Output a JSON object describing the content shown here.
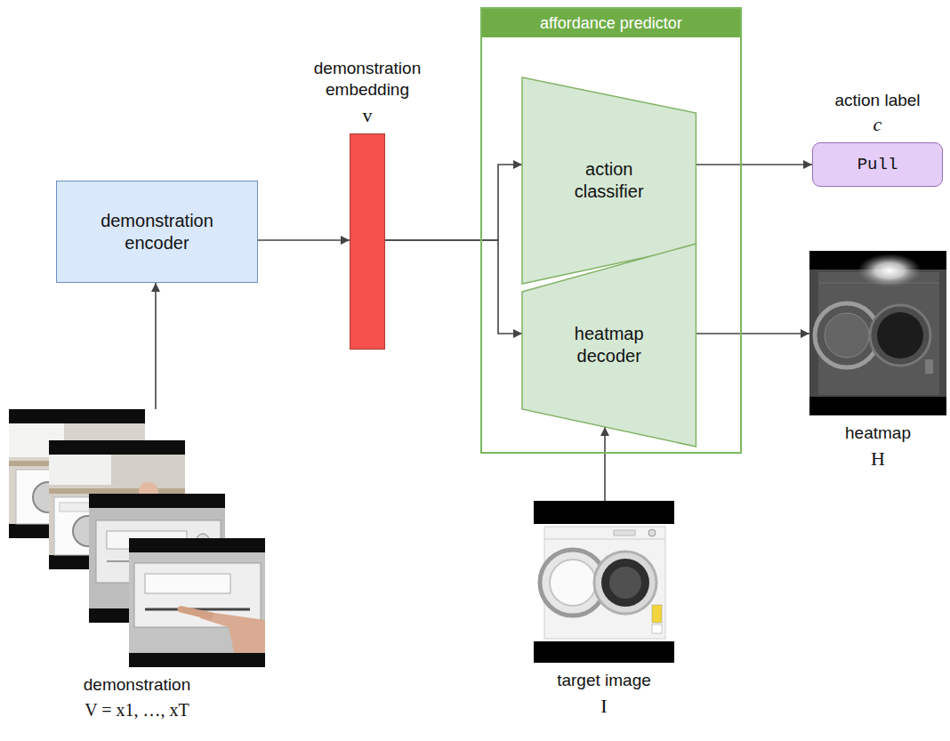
{
  "diagram": {
    "nodes": [
      {
        "text": [
          "demonstration encoder"
        ]
      },
      {
        "text": [
          "demonstration embedding",
          "v"
        ]
      },
      {
        "text": [
          "affordance predictor"
        ]
      },
      {
        "text": [
          "action classifier"
        ],
        "in": 2
      },
      {
        "text": [
          "heatmap decoder"
        ],
        "in": 2
      },
      {
        "text": [
          "action label",
          "c",
          "Pull"
        ]
      },
      {
        "text": [
          "heatmap",
          "H"
        ]
      },
      {
        "text": [
          "demonstration",
          "V = x1, …, xT"
        ]
      },
      {
        "text": [
          "target image",
          "I"
        ]
      }
    ],
    "edges": [
      {
        "from": 7,
        "to": 0,
        "arrow": "to"
      },
      {
        "from": 0,
        "to": 1,
        "arrow": "to"
      },
      {
        "from": 1,
        "to": 3,
        "arrow": "to"
      },
      {
        "from": 1,
        "to": 4,
        "arrow": "to"
      },
      {
        "from": 3,
        "to": 5,
        "arrow": "to"
      },
      {
        "from": 4,
        "to": 6,
        "arrow": "to"
      },
      {
        "from": 8,
        "to": 4,
        "arrow": "to"
      }
    ]
  }
}
